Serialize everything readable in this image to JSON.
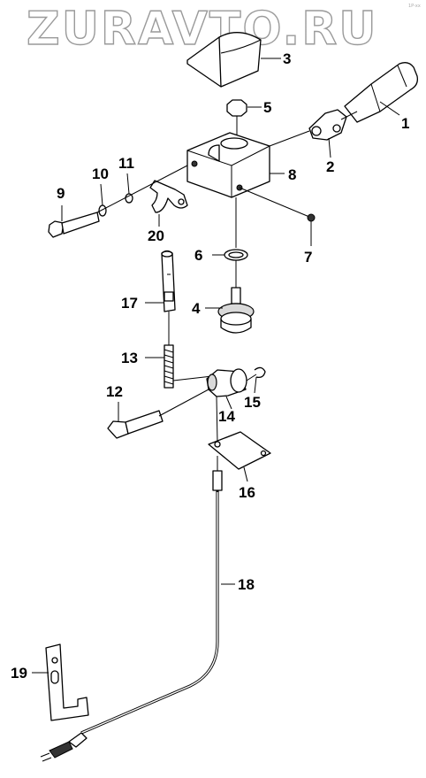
{
  "watermark": "ZURAVTO.RU",
  "corner_mark": "1P-xx",
  "callouts": {
    "c1": "1",
    "c2": "2",
    "c3": "3",
    "c4": "4",
    "c5": "5",
    "c6": "6",
    "c7": "7",
    "c8": "8",
    "c9": "9",
    "c10": "10",
    "c11": "11",
    "c12": "12",
    "c13": "13",
    "c14": "14",
    "c15": "15",
    "c16": "16",
    "c17": "17",
    "c18": "18",
    "c19": "19",
    "c20": "20"
  }
}
